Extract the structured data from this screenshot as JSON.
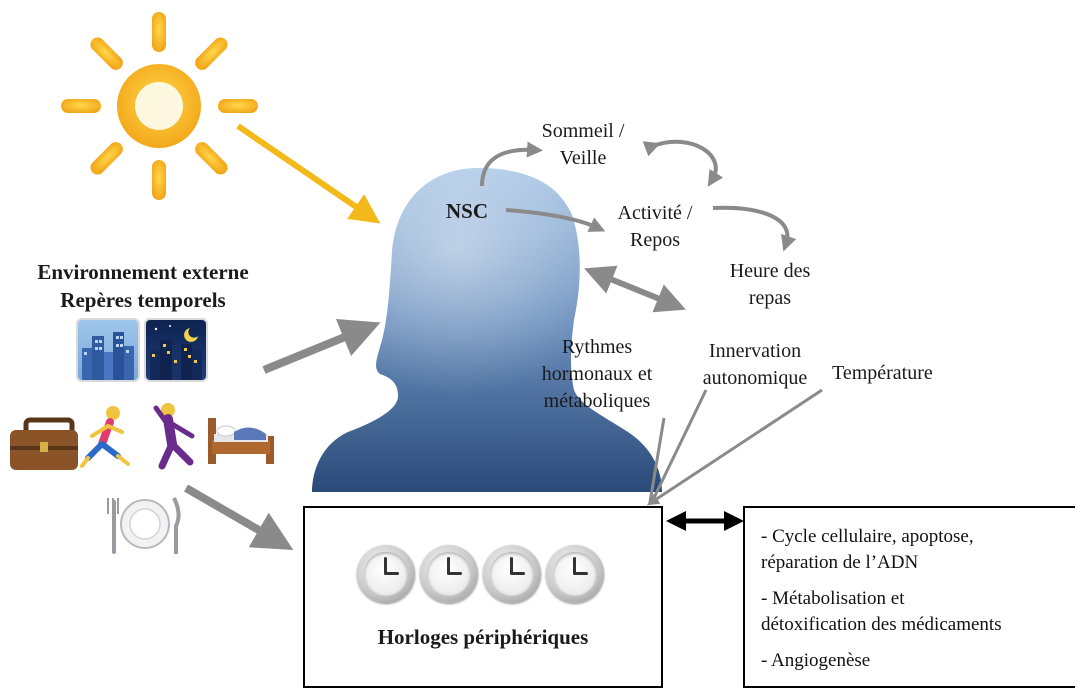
{
  "nodes": {
    "nsc": "NSC",
    "sommeil_line1": "Sommeil /",
    "sommeil_line2": "Veille",
    "activite_line1": "Activité /",
    "activite_line2": "Repos",
    "repas_line1": "Heure des",
    "repas_line2": "repas",
    "env_line1": "Environnement externe",
    "env_line2": "Repères temporels",
    "rythmes_line1": "Rythmes",
    "rythmes_line2": "hormonaux et",
    "rythmes_line3": "métaboliques",
    "innervation_line1": "Innervation",
    "innervation_line2": "autonomique",
    "temperature": "Température",
    "horloges": "Horloges périphériques"
  },
  "effects": {
    "item1_line1": "- Cycle cellulaire, apoptose,",
    "item1_line2": "réparation de l’ADN",
    "item2_line1": "- Métabolisation et",
    "item2_line2": "détoxification des médicaments",
    "item3": "- Angiogenèse"
  },
  "icons": [
    "sun-icon",
    "city-day-icon",
    "city-night-icon",
    "briefcase-icon",
    "runner-icon",
    "dancer-icon",
    "bed-icon",
    "plate-cutlery-icon",
    "clock-icon"
  ],
  "colors": {
    "sun": "#f6b21b",
    "sun_arrow": "#f3b81a",
    "head_top": "#a7c3e2",
    "head_bottom": "#2c4c7c",
    "arrow_gray": "#8a8a8a",
    "black": "#000000"
  }
}
